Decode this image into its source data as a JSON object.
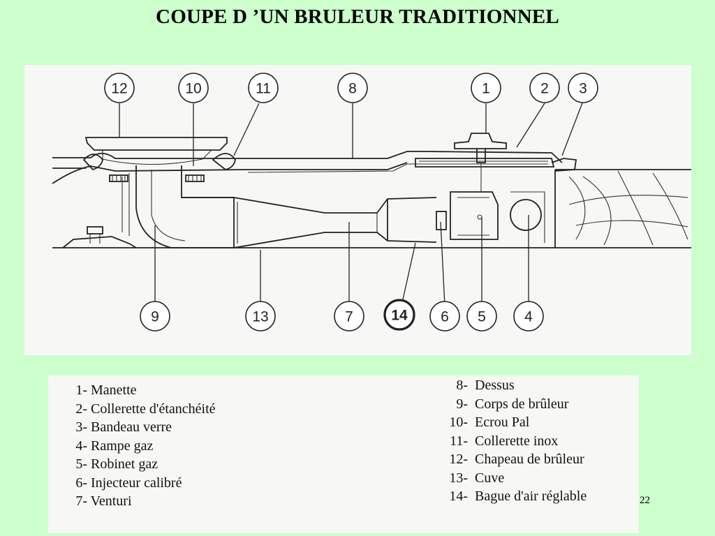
{
  "title": "COUPE D ’UN BRULEUR TRADITIONNEL",
  "callouts": {
    "c1": "1",
    "c2": "2",
    "c3": "3",
    "c4": "4",
    "c5": "5",
    "c6": "6",
    "c7": "7",
    "c8": "8",
    "c9": "9",
    "c10": "10",
    "c11": "11",
    "c12": "12",
    "c13": "13",
    "c14": "14"
  },
  "legend": {
    "left": [
      {
        "num": "1-",
        "label": "Manette"
      },
      {
        "num": "2-",
        "label": "Collerette d'étanchéité"
      },
      {
        "num": "3-",
        "label": "Bandeau verre"
      },
      {
        "num": "4-",
        "label": "Rampe gaz"
      },
      {
        "num": "5-",
        "label": "Robinet gaz"
      },
      {
        "num": "6-",
        "label": "Injecteur calibré"
      },
      {
        "num": "7-",
        "label": "Venturi"
      }
    ],
    "right": [
      {
        "num": "8-",
        "label": "Dessus"
      },
      {
        "num": "9-",
        "label": "Corps de brûleur"
      },
      {
        "num": "10-",
        "label": "Ecrou Pal"
      },
      {
        "num": "11-",
        "label": "Collerette inox"
      },
      {
        "num": "12-",
        "label": "Chapeau de brûleur"
      },
      {
        "num": "13-",
        "label": "Cuve"
      },
      {
        "num": "14-",
        "label": "Bague d'air réglable"
      }
    ]
  },
  "page_number": "22"
}
